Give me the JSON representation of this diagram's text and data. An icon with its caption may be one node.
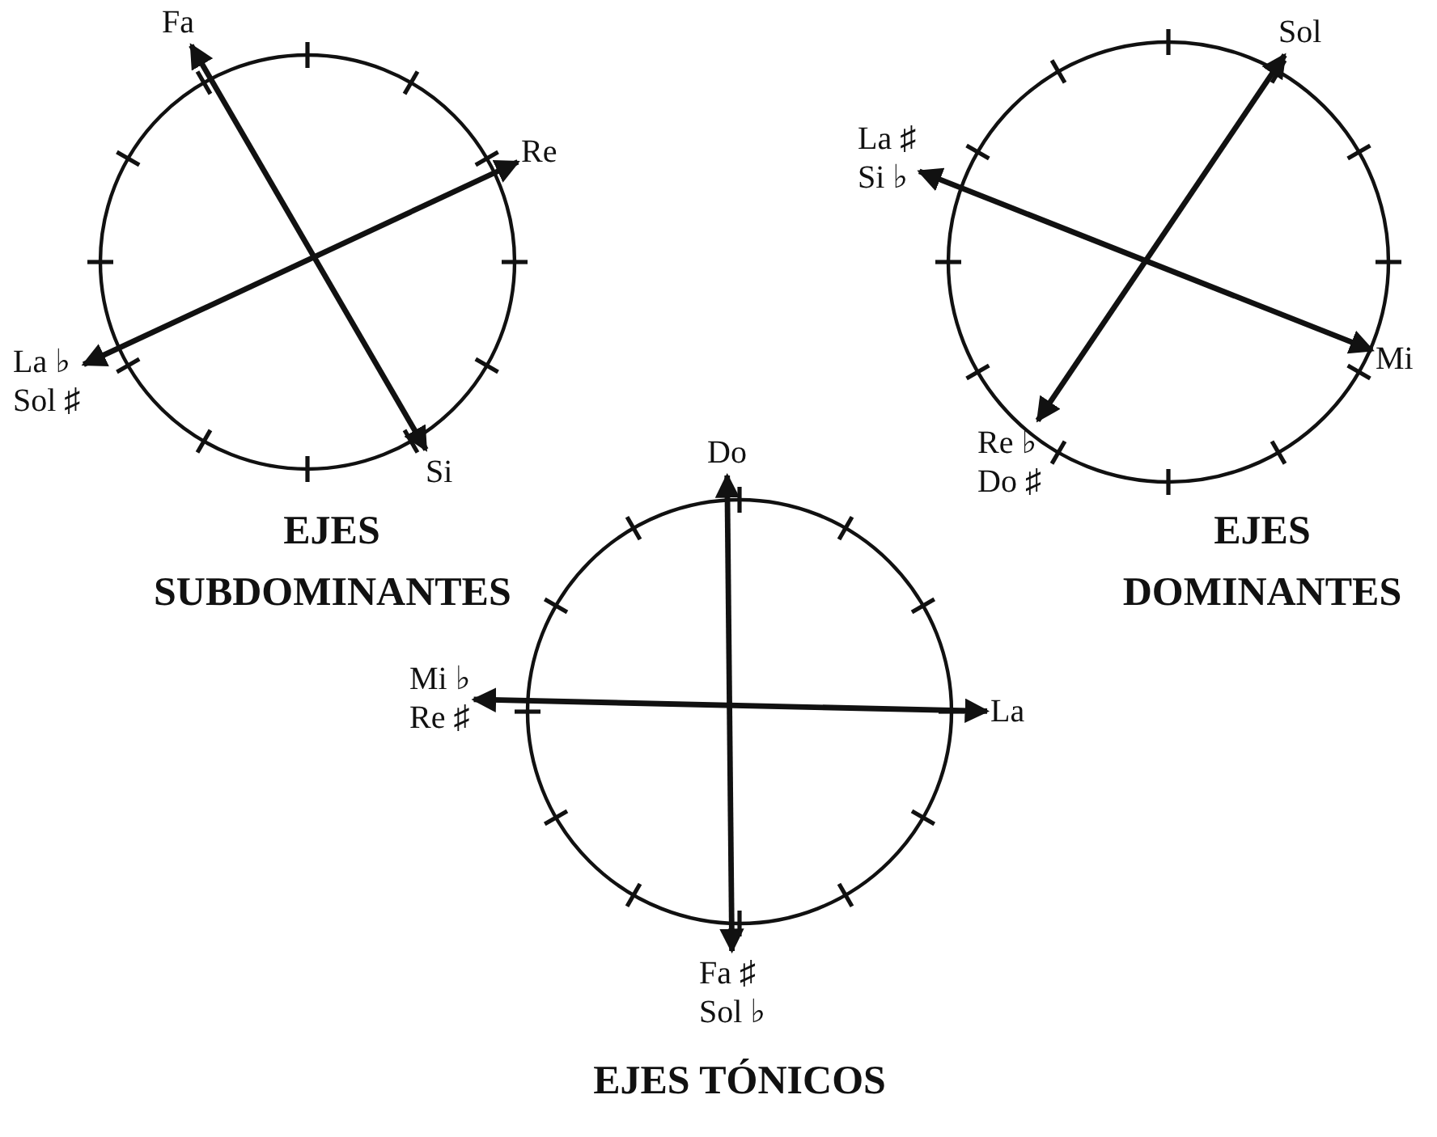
{
  "diagram": {
    "nodes": [
      {
        "text": [
          "Fa"
        ]
      },
      {
        "text": [
          "Re"
        ]
      },
      {
        "text": [
          "La ♭",
          "Sol ♯"
        ]
      },
      {
        "text": [
          "Si"
        ]
      },
      {
        "text": [
          "Sol"
        ]
      },
      {
        "text": [
          "La ♯",
          "Si ♭"
        ]
      },
      {
        "text": [
          "Mi"
        ]
      },
      {
        "text": [
          "Re ♭",
          "Do ♯"
        ]
      },
      {
        "text": [
          "Do"
        ]
      },
      {
        "text": [
          "La"
        ]
      },
      {
        "text": [
          "Mi ♭",
          "Re ♯"
        ]
      },
      {
        "text": [
          "Fa ♯",
          "Sol ♭"
        ]
      }
    ],
    "edges": [
      {
        "from": 0,
        "to": 3,
        "arrow": "both"
      },
      {
        "from": 1,
        "to": 2,
        "arrow": "both"
      },
      {
        "from": 4,
        "to": 7,
        "arrow": "both"
      },
      {
        "from": 5,
        "to": 6,
        "arrow": "both"
      },
      {
        "from": 8,
        "to": 11,
        "arrow": "both"
      },
      {
        "from": 10,
        "to": 9,
        "arrow": "both"
      }
    ],
    "labels": [
      "EJES SUBDOMINANTES",
      "EJES DOMINANTES",
      "EJES TÓNICOS"
    ]
  }
}
